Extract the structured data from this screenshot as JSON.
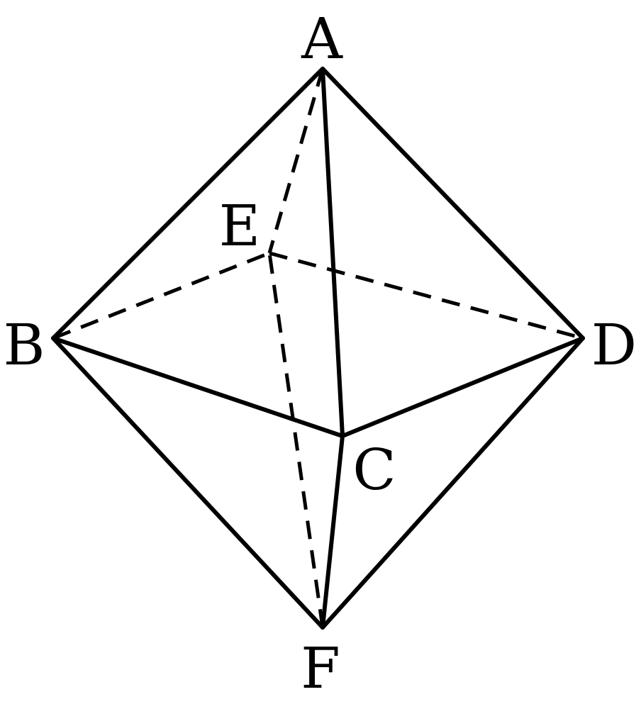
{
  "figure": {
    "kind": "octahedron",
    "colors": {
      "stroke": "#000000",
      "background": "#ffffff"
    },
    "vertices": [
      {
        "id": "A",
        "label": "A"
      },
      {
        "id": "B",
        "label": "B"
      },
      {
        "id": "C",
        "label": "C"
      },
      {
        "id": "D",
        "label": "D"
      },
      {
        "id": "E",
        "label": "E"
      },
      {
        "id": "F",
        "label": "F"
      }
    ],
    "edges": [
      {
        "from": "A",
        "to": "B",
        "style": "solid"
      },
      {
        "from": "A",
        "to": "C",
        "style": "solid"
      },
      {
        "from": "A",
        "to": "D",
        "style": "solid"
      },
      {
        "from": "A",
        "to": "E",
        "style": "dashed"
      },
      {
        "from": "B",
        "to": "C",
        "style": "solid"
      },
      {
        "from": "C",
        "to": "D",
        "style": "solid"
      },
      {
        "from": "B",
        "to": "E",
        "style": "dashed"
      },
      {
        "from": "E",
        "to": "D",
        "style": "dashed"
      },
      {
        "from": "F",
        "to": "B",
        "style": "solid"
      },
      {
        "from": "F",
        "to": "C",
        "style": "solid"
      },
      {
        "from": "F",
        "to": "D",
        "style": "solid"
      },
      {
        "from": "F",
        "to": "E",
        "style": "dashed"
      }
    ]
  }
}
